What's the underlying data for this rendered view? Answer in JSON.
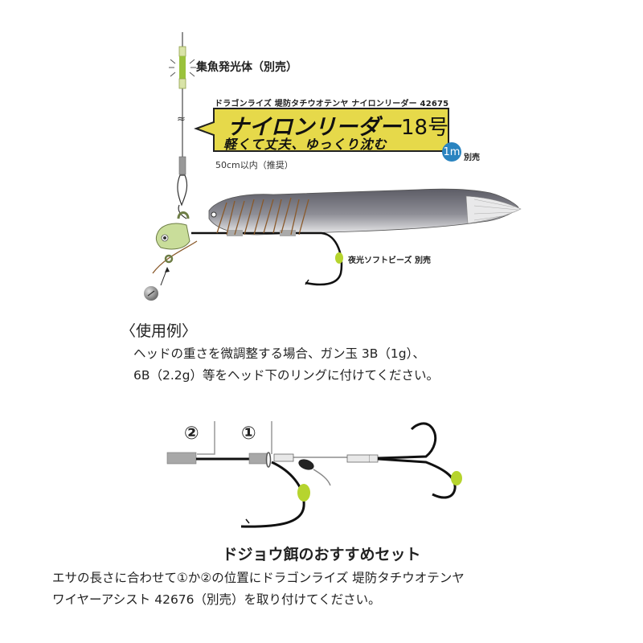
{
  "top_diagram": {
    "glow_label": "集魚発光体（別売）",
    "leader_caption": "ドラゴンライズ 堤防タチウオテンヤ ナイロンリーダー 42675",
    "leader_title": "ナイロンリーダー",
    "leader_size": "18号",
    "leader_subtitle": "軽くて丈夫、ゆっくり沈む",
    "length_badge": "1m",
    "sold_separately": "別売",
    "length_note": "50cm以内（推奨）",
    "bead_label": "夜光ソフトビーズ 別売",
    "colors": {
      "banner_yellow": "#e6d94a",
      "badge_blue": "#2a84c0",
      "glow_green": "#9ac23c",
      "bead_green": "#b6d42e",
      "head_green": "#c9dd9a",
      "thread_brown": "#8a5a2b"
    }
  },
  "usage": {
    "title": "〈使用例〉",
    "line1": "ヘッドの重さを微調整する場合、ガン玉 3B（1g）、",
    "line2": "6B（2.2g）等をヘッド下のリングに付けてください。"
  },
  "set_diagram": {
    "position2": "②",
    "position1": "①"
  },
  "recommended_set": {
    "title": "ドジョウ餌のおすすめセット",
    "line1": "エサの長さに合わせて①か②の位置にドラゴンライズ 堤防タチウオテンヤ",
    "line2": "ワイヤーアシスト 42676（別売）を取り付けてください。"
  }
}
